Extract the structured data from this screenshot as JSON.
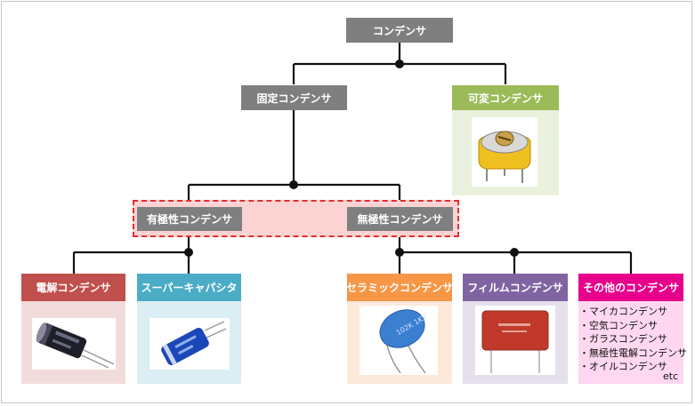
{
  "root": {
    "label": "コンデンサ"
  },
  "fixed": {
    "label": "固定コンデンサ"
  },
  "variable": {
    "label": "可変コンデンサ"
  },
  "polar": {
    "label": "有極性コンデンサ"
  },
  "nonpolar": {
    "label": "無極性コンデンサ"
  },
  "leaves": {
    "electrolytic": {
      "label": "電解コンデンサ"
    },
    "supercap": {
      "label": "スーパーキャパシタ"
    },
    "ceramic": {
      "label": "セラミックコンデンサ"
    },
    "film": {
      "label": "フィルムコンデンサ"
    },
    "other": {
      "label": "その他のコンデンサ"
    }
  },
  "others_list": [
    "・マイカコンデンサ",
    "・空気コンデンサ",
    "・ガラスコンデンサ",
    "・無極性電解コンデンサ",
    "・オイルコンデンサ"
  ],
  "others_etc": "etc",
  "images": {
    "ceramic_marking": "102K 1KV"
  },
  "colors": {
    "gray": "#7f7f7f",
    "green": "#9bbb59",
    "red": "#c0504d",
    "blue": "#4bacc6",
    "orange": "#f79646",
    "purple": "#8064a2",
    "magenta": "#e6008a"
  }
}
